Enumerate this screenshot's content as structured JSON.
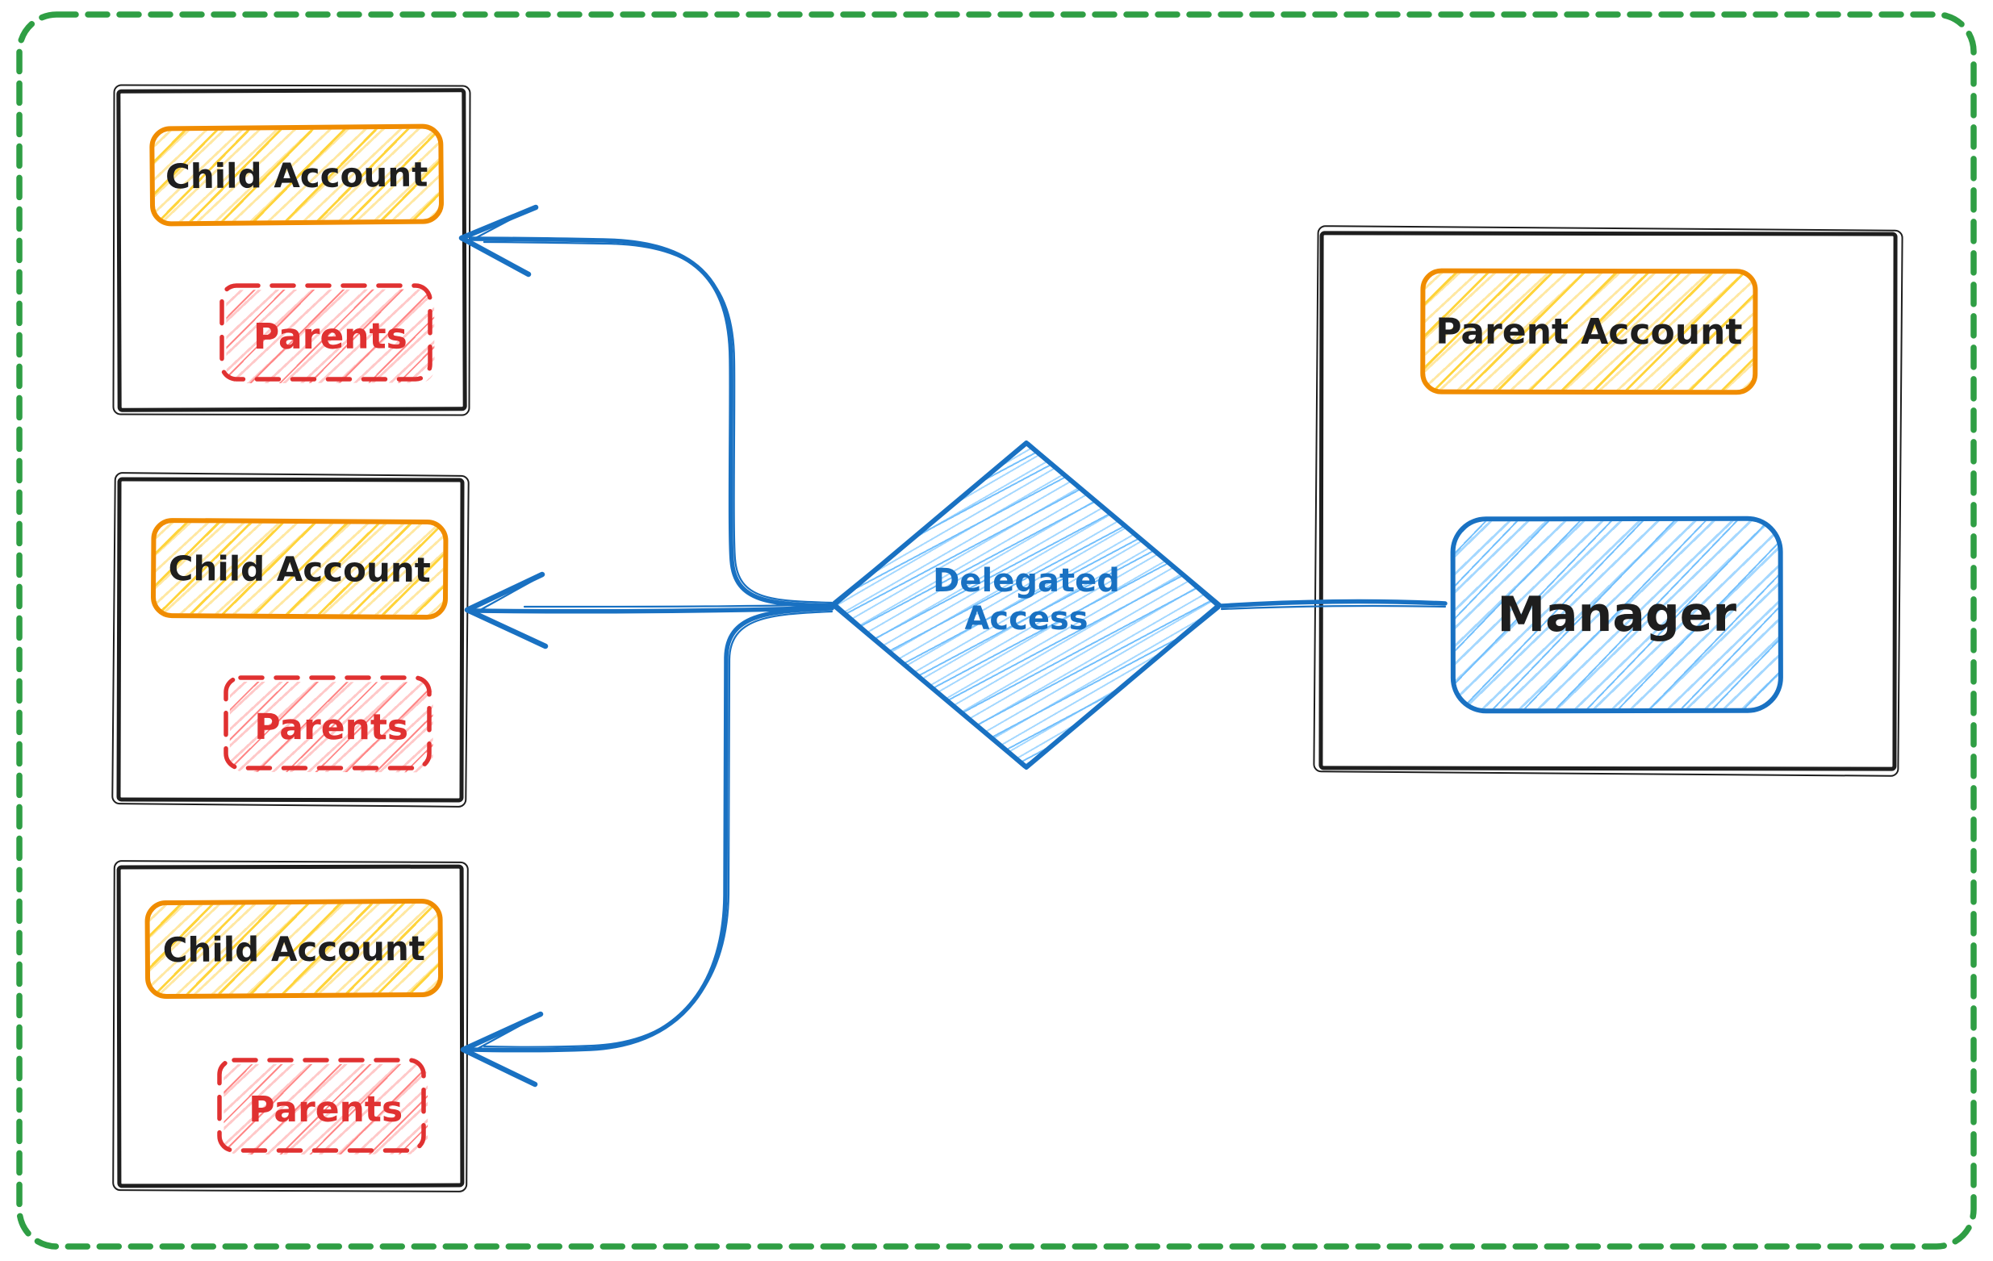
{
  "diagram": {
    "type": "flow-sketch",
    "boundary_style": "green-dashed-rounded-rectangle",
    "nodes": {
      "children": [
        {
          "id": "child-account-1",
          "account_label": "Child Account",
          "parents_label": "Parents"
        },
        {
          "id": "child-account-2",
          "account_label": "Child Account",
          "parents_label": "Parents"
        },
        {
          "id": "child-account-3",
          "account_label": "Child Account",
          "parents_label": "Parents"
        }
      ],
      "parent": {
        "id": "parent-account",
        "label": "Parent Account",
        "manager_label": "Manager"
      },
      "decision": {
        "id": "delegated-access",
        "label": "Delegated Access",
        "line1": "Delegated",
        "line2": "Access"
      }
    },
    "edges": [
      {
        "from": "manager",
        "to": "delegated-access",
        "arrowhead": "none"
      },
      {
        "from": "delegated-access",
        "to": "child-account-1",
        "arrowhead": "arrow"
      },
      {
        "from": "delegated-access",
        "to": "child-account-2",
        "arrowhead": "arrow"
      },
      {
        "from": "delegated-access",
        "to": "child-account-3",
        "arrowhead": "arrow"
      }
    ],
    "colors": {
      "ink": "#1e1e1e",
      "blue": "#1971c2",
      "blue_fill": "#a5d8ff",
      "orange": "#f08c00",
      "orange_fill": "#ffd43b",
      "red": "#e03131",
      "red_fill": "#ffc9c9",
      "green": "#2f9e44",
      "background": "#ffffff"
    }
  }
}
